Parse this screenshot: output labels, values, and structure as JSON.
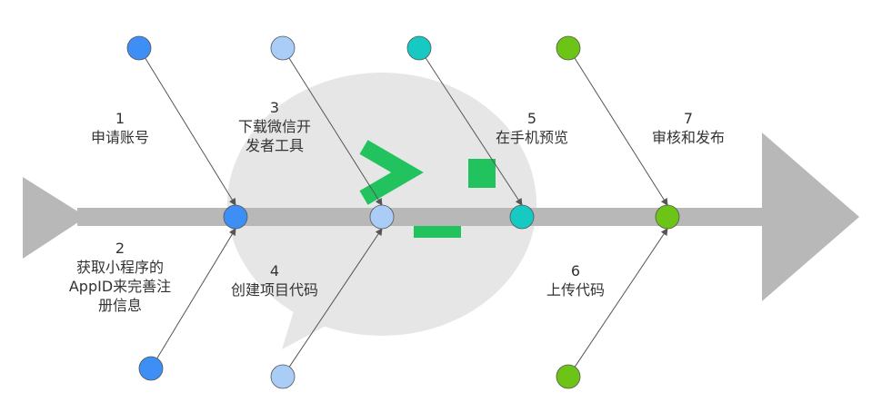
{
  "colors": {
    "spine": "#b8b8b8",
    "bubble": "#e6e6e6",
    "cursor": "#22c35e",
    "connector": "#555555",
    "step_1_2": "#3d8ef5",
    "step_3_4": "#a9cdf7",
    "step_5": "#16c9c3",
    "step_6_7": "#6cc417"
  },
  "steps": [
    {
      "id": "1",
      "number": "1",
      "text": "申请账号",
      "color": "#3d8ef5"
    },
    {
      "id": "2",
      "number": "2",
      "text": "获取小程序的\nAppID来完善注\n册信息",
      "color": "#3d8ef5"
    },
    {
      "id": "3",
      "number": "3",
      "text": "下载微信开\n发者工具",
      "color": "#a9cdf7"
    },
    {
      "id": "4",
      "number": "4",
      "text": "创建项目代码",
      "color": "#a9cdf7"
    },
    {
      "id": "5",
      "number": "5",
      "text": "在手机预览",
      "color": "#16c9c3"
    },
    {
      "id": "6",
      "number": "6",
      "text": "上传代码",
      "color": "#6cc417"
    },
    {
      "id": "7",
      "number": "7",
      "text": "审核和发布",
      "color": "#6cc417"
    }
  ],
  "icons": {
    "background": "chat-bubble-icon",
    "overlay": "terminal-prompt-icon"
  }
}
